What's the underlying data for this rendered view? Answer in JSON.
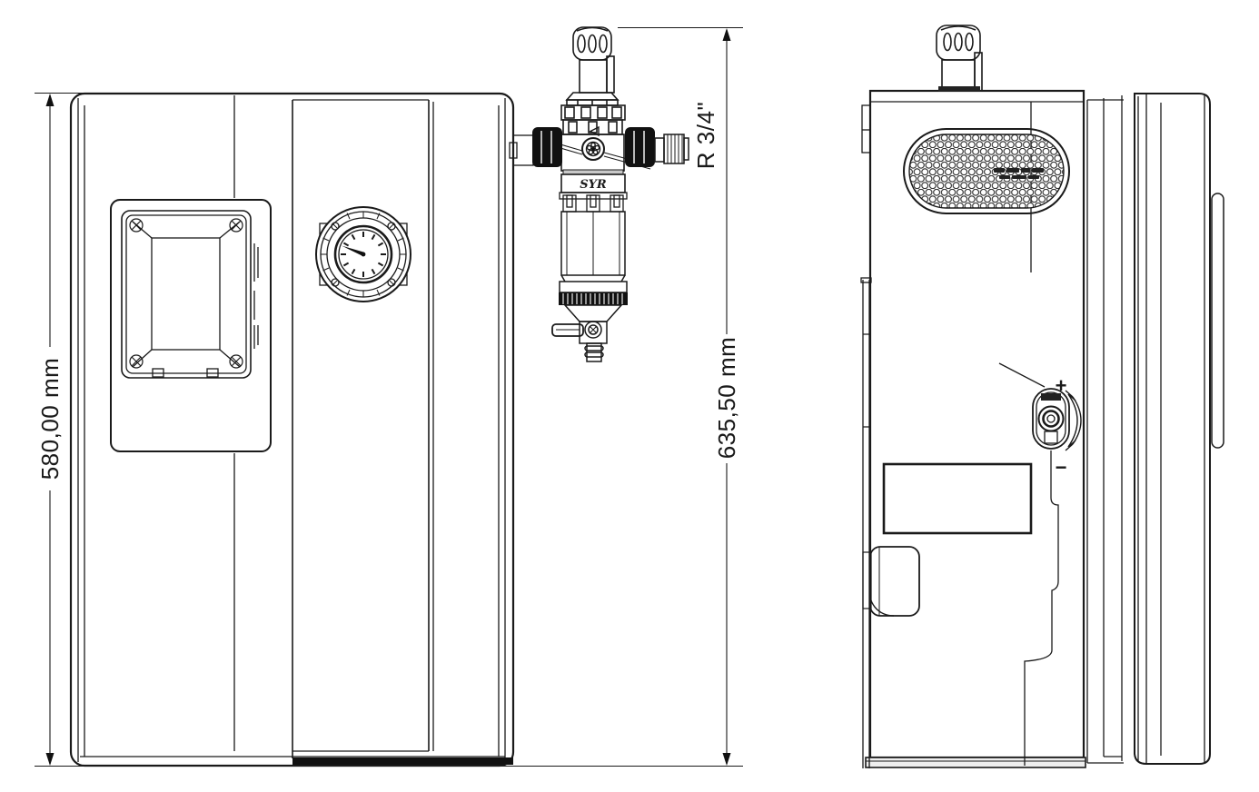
{
  "colors": {
    "line": "#1a1a1a",
    "dark_fill": "#111111",
    "gray_band": "#c8c8c8",
    "background": "#ffffff"
  },
  "front_view": {
    "dimension_height_body": "580,00 mm",
    "dimension_height_overall": "635,50 mm",
    "connection_thread_size": "R 3/4\"",
    "filter_brand": "SYR"
  },
  "side_view": {
    "adjustment_plus": "+",
    "adjustment_minus": "−"
  }
}
